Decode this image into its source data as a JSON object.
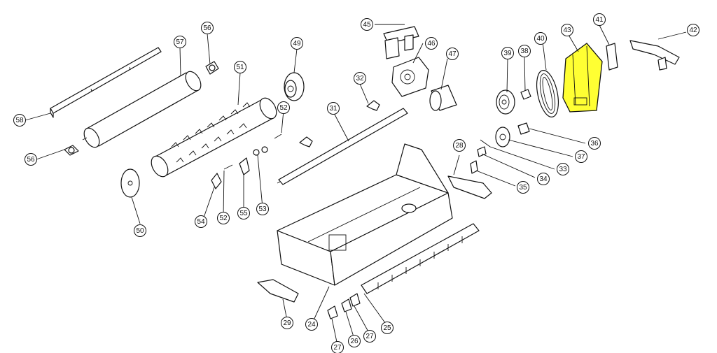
{
  "diagram": {
    "highlight_color": "#ffff33",
    "line_color": "#111111",
    "highlighted_part": "43",
    "callouts": [
      {
        "id": "c45",
        "label": "45"
      },
      {
        "id": "c46",
        "label": "46"
      },
      {
        "id": "c47",
        "label": "47"
      },
      {
        "id": "c39",
        "label": "39"
      },
      {
        "id": "c38",
        "label": "38"
      },
      {
        "id": "c40",
        "label": "40"
      },
      {
        "id": "c43",
        "label": "43"
      },
      {
        "id": "c41",
        "label": "41"
      },
      {
        "id": "c42",
        "label": "42"
      },
      {
        "id": "c56a",
        "label": "56"
      },
      {
        "id": "c57",
        "label": "57"
      },
      {
        "id": "c49",
        "label": "49"
      },
      {
        "id": "c51",
        "label": "51"
      },
      {
        "id": "c32",
        "label": "32"
      },
      {
        "id": "c31",
        "label": "31"
      },
      {
        "id": "c52a",
        "label": "52"
      },
      {
        "id": "c58",
        "label": "58"
      },
      {
        "id": "c56b",
        "label": "56"
      },
      {
        "id": "c36",
        "label": "36"
      },
      {
        "id": "c37",
        "label": "37"
      },
      {
        "id": "c28",
        "label": "28"
      },
      {
        "id": "c33",
        "label": "33"
      },
      {
        "id": "c34",
        "label": "34"
      },
      {
        "id": "c35",
        "label": "35"
      },
      {
        "id": "c50",
        "label": "50"
      },
      {
        "id": "c54",
        "label": "54"
      },
      {
        "id": "c52b",
        "label": "52"
      },
      {
        "id": "c55",
        "label": "55"
      },
      {
        "id": "c53",
        "label": "53"
      },
      {
        "id": "c29",
        "label": "29"
      },
      {
        "id": "c24",
        "label": "24"
      },
      {
        "id": "c25",
        "label": "25"
      },
      {
        "id": "c27a",
        "label": "27"
      },
      {
        "id": "c26",
        "label": "26"
      },
      {
        "id": "c27b",
        "label": "27"
      }
    ]
  }
}
